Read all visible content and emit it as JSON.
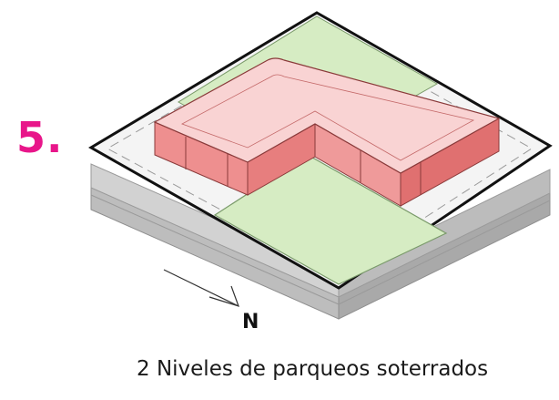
{
  "step": {
    "number": "5."
  },
  "caption": "2 Niveles de parqueos soterrados",
  "north_arrow": {
    "label": "N"
  },
  "colors": {
    "step_accent": "#e8168a",
    "green_area": "#d6ecc3",
    "building_roof": "#f9d3d3",
    "building_wall": "#ee8f8f",
    "platform_side": "#c9c9c9",
    "outline": "#111111"
  },
  "icons": [
    "north-arrow-icon"
  ]
}
